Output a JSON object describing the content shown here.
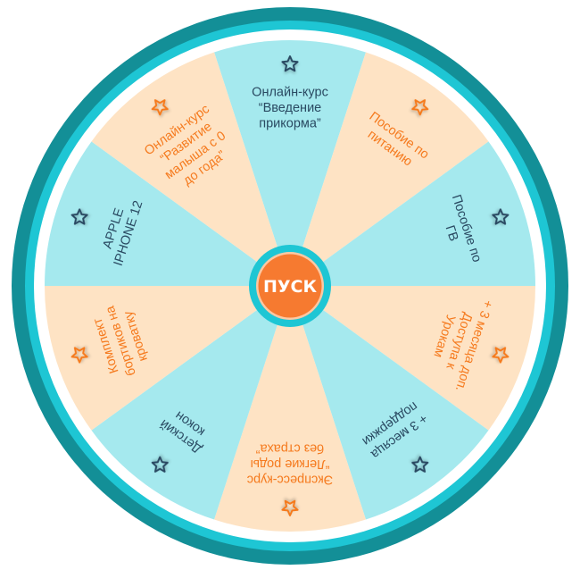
{
  "colors": {
    "outer_ring": "#138f97",
    "mid_ring": "#1ec6d4",
    "segment_cyan": "#a5e9ee",
    "segment_peach": "#fee3c4",
    "text_dark": "#2a4a62",
    "text_orange": "#f57a1e",
    "button": "#f67a30",
    "button_border": "#fdc8a2"
  },
  "spin_button": {
    "label": "ПУСК"
  },
  "segments": [
    {
      "lines": [
        "Онлайн-курс",
        "“Введение",
        "прикорма”"
      ],
      "theme": "cyan",
      "icon": "star-icon"
    },
    {
      "lines": [
        "Пособие по",
        "питанию"
      ],
      "theme": "peach",
      "icon": "star-icon"
    },
    {
      "lines": [
        "Пособие по",
        "ГВ"
      ],
      "theme": "cyan",
      "icon": "star-icon"
    },
    {
      "lines": [
        "+ 3 месяца доп.",
        "Доступа к",
        "Урокам"
      ],
      "theme": "peach",
      "icon": "star-icon"
    },
    {
      "lines": [
        "+ 3 месяца",
        "поддержки"
      ],
      "theme": "cyan",
      "icon": "star-icon"
    },
    {
      "lines": [
        "Экспресс-курс",
        "“Легкие роды",
        "без страха”"
      ],
      "theme": "peach",
      "icon": "star-icon"
    },
    {
      "lines": [
        "Детский",
        "кокон"
      ],
      "theme": "cyan",
      "icon": "star-icon"
    },
    {
      "lines": [
        "Комплект",
        "бортиков на",
        "кроватку"
      ],
      "theme": "peach",
      "icon": "star-icon"
    },
    {
      "lines": [
        "APPLE",
        "IPHONE 12"
      ],
      "theme": "cyan",
      "icon": "star-icon"
    },
    {
      "lines": [
        "Онлайн-курс",
        "“Развитие",
        "малыша с 0",
        "до года”"
      ],
      "theme": "peach",
      "icon": "star-icon"
    }
  ]
}
